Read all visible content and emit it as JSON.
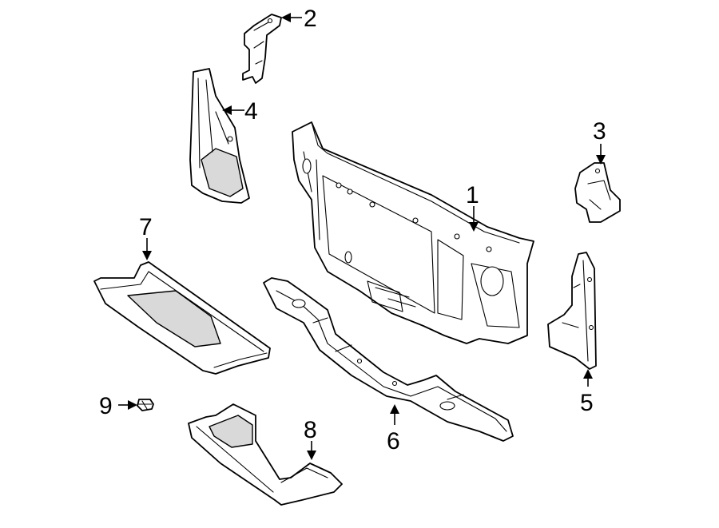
{
  "callouts": {
    "c1": "1",
    "c2": "2",
    "c3": "3",
    "c4": "4",
    "c5": "5",
    "c6": "6",
    "c7": "7",
    "c8": "8",
    "c9": "9"
  },
  "colors": {
    "line": "#000000",
    "background": "#ffffff",
    "shade": "#d9d9d9"
  }
}
